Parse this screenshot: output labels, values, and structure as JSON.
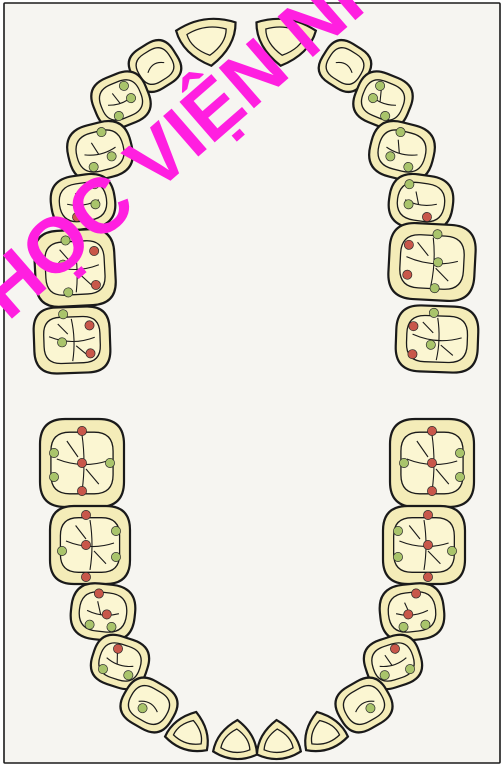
{
  "watermark": {
    "text": "HỌC VIỆN NHA KHOA TH"
  },
  "colors": {
    "paper": "#f6f5f1",
    "tooth_fill": "#f4ecb8",
    "tooth_inner": "#fbf6d2",
    "green_contact": "#a9c46b",
    "red_contact": "#c8574a",
    "shadow_wash": "#c9d0cf",
    "outline": "#1a1a1a",
    "watermark": "#ff1fe0"
  },
  "legend": [
    {
      "color": "green_contact",
      "meaning": ""
    },
    {
      "color": "red_contact",
      "meaning": ""
    }
  ],
  "arches": {
    "upper": {
      "tooth_count": 14
    },
    "lower": {
      "tooth_count": 14
    }
  }
}
